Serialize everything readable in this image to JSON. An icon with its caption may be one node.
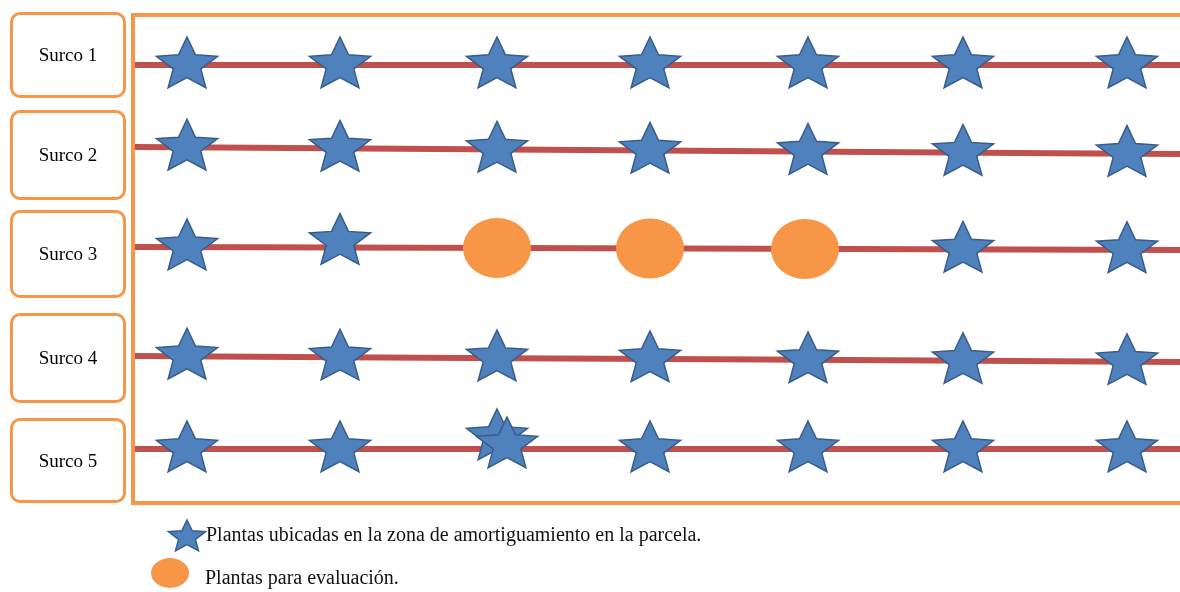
{
  "diagram": {
    "nodes": [
      {
        "text": [
          "Surco 1"
        ]
      },
      {
        "text": [
          "Surco 2"
        ]
      },
      {
        "text": [
          "Surco 3"
        ]
      },
      {
        "text": [
          "Surco 4"
        ]
      },
      {
        "text": [
          "Surco 5"
        ]
      }
    ],
    "legend": [
      {
        "text": "Plantas ubicadas en la zona de amortiguamiento en la parcela."
      },
      {
        "text": "Plantas para evaluación.",
        "color": "#f79646"
      }
    ]
  }
}
